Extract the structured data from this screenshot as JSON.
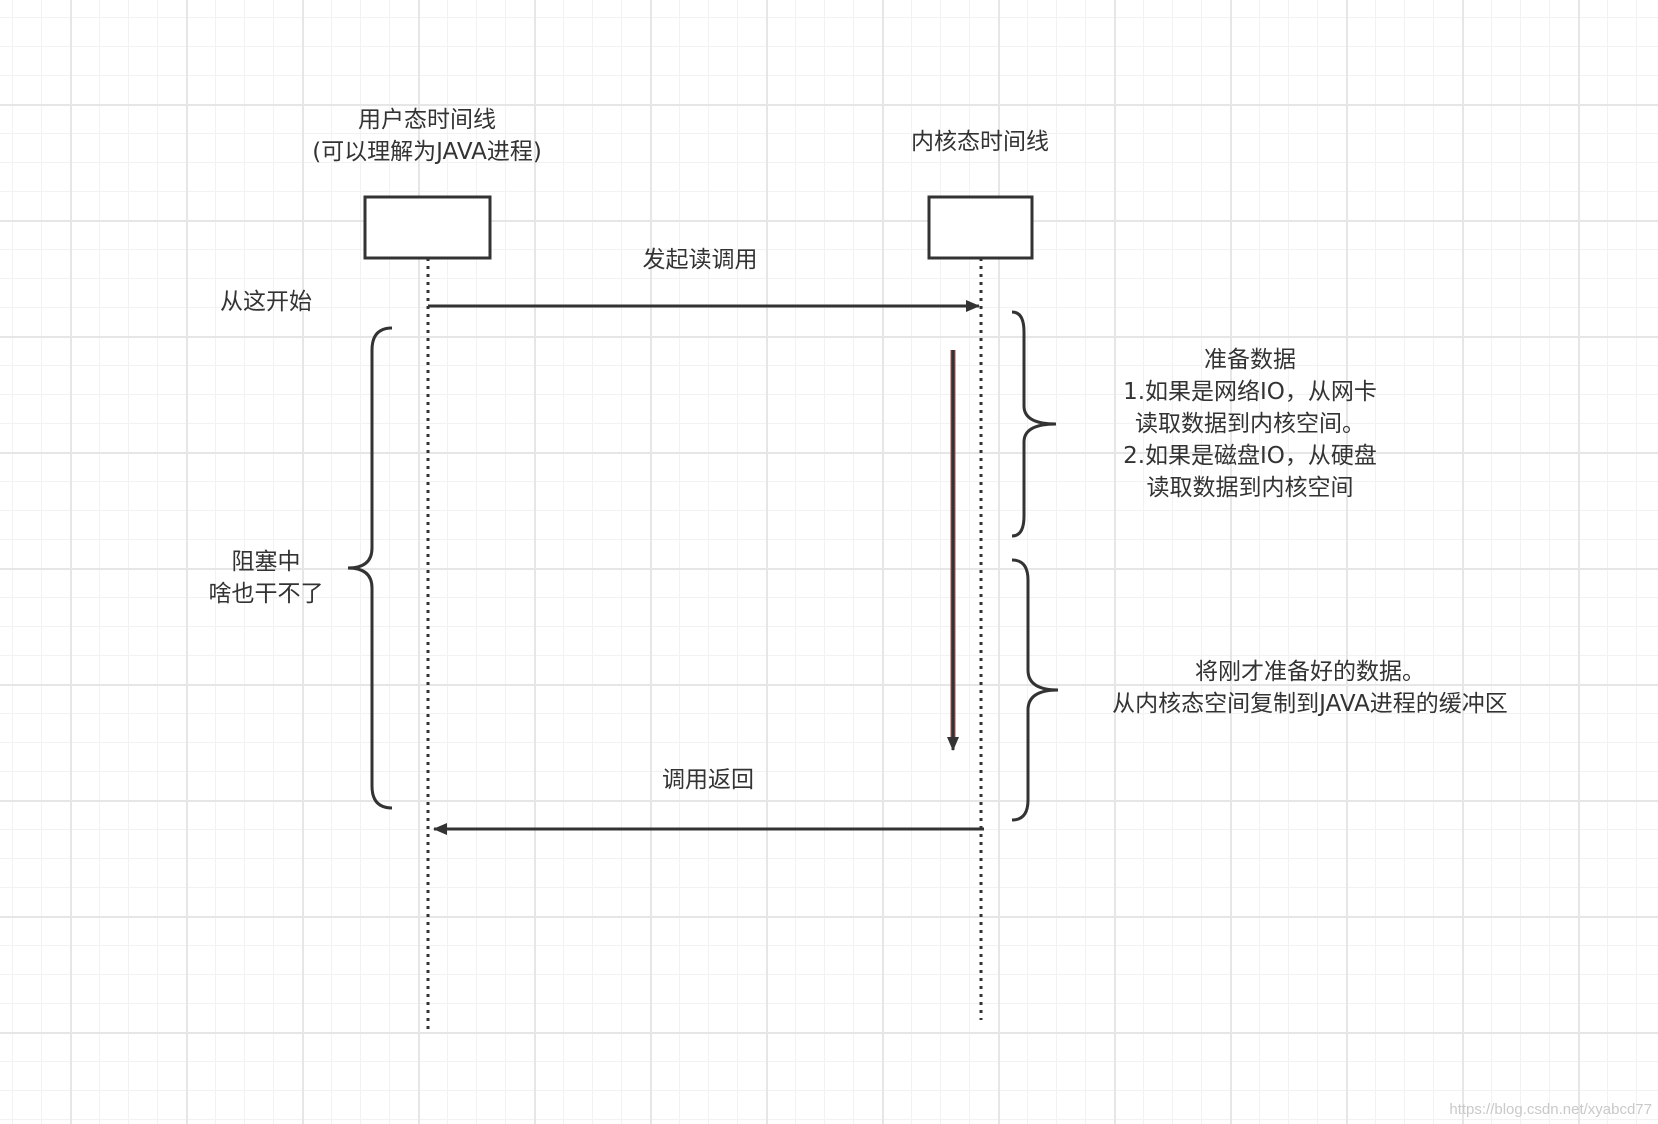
{
  "lifelines": {
    "user": {
      "title_line1": "用户态时间线",
      "title_line2": "(可以理解为JAVA进程)"
    },
    "kernel": {
      "title": "内核态时间线"
    }
  },
  "messages": {
    "call": "发起读调用",
    "start": "从这开始",
    "return": "调用返回"
  },
  "blocking": {
    "line1": "阻塞中",
    "line2": "啥也干不了"
  },
  "kernel_phases": {
    "prepare": {
      "line1": "准备数据",
      "line2": "1.如果是网络IO，从网卡",
      "line3": "读取数据到内核空间。",
      "line4": "2.如果是磁盘IO，从硬盘",
      "line5": "读取数据到内核空间"
    },
    "copy": {
      "line1": "将刚才准备好的数据。",
      "line2": "从内核态空间复制到JAVA进程的缓冲区"
    }
  },
  "colors": {
    "stroke": "#333333",
    "grid_major": "#e6e6e6",
    "grid_minor": "#f2f2f2",
    "process_arrow_accent": "#a05050"
  },
  "watermark": "https://blog.csdn.net/xyabcd77"
}
